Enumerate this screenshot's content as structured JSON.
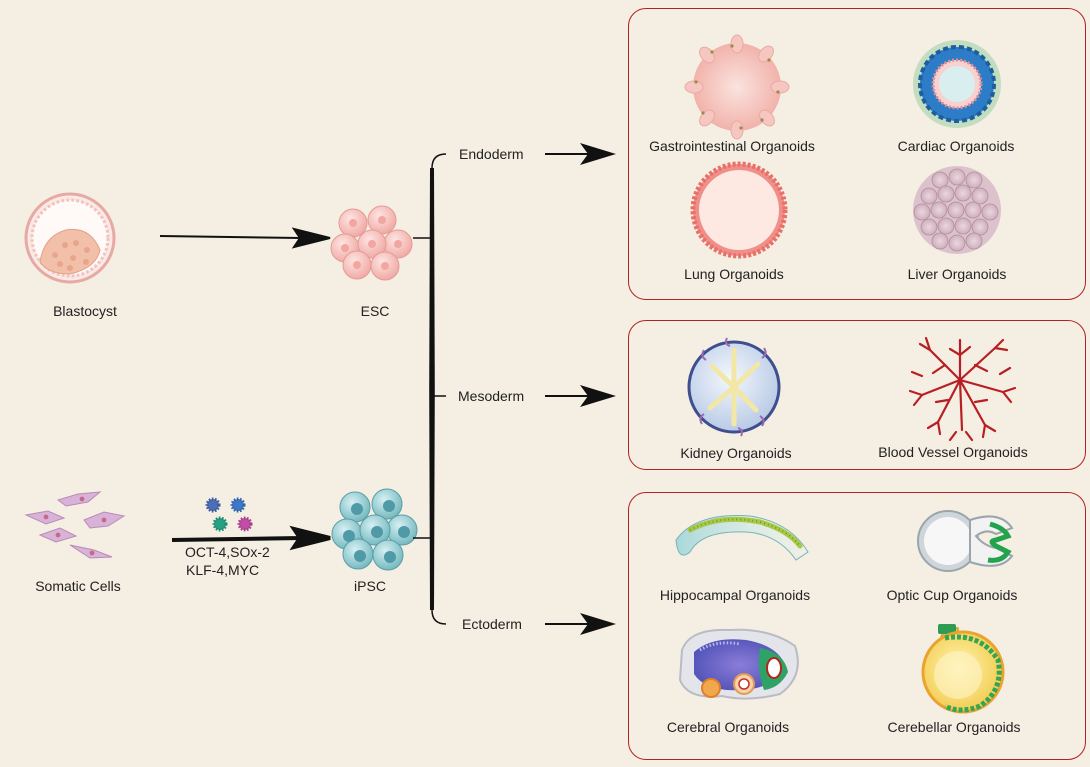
{
  "sources": {
    "blastocyst": "Blastocyst",
    "somatic": "Somatic Cells",
    "esc": "ESC",
    "ipsc": "iPSC"
  },
  "factors": {
    "line1": "OCT-4,SOx-2",
    "line2": "KLF-4,MYC"
  },
  "germ_layers": {
    "endoderm": "Endoderm",
    "mesoderm": "Mesoderm",
    "ectoderm": "Ectoderm"
  },
  "organoids": {
    "endoderm": [
      "Gastrointestinal Organoids",
      "Cardiac Organoids",
      "Lung Organoids",
      "Liver Organoids"
    ],
    "mesoderm": [
      "Kidney Organoids",
      "Blood Vessel Organoids"
    ],
    "ectoderm": [
      "Hippocampal Organoids",
      "Optic Cup Organoids",
      "Cerebral Organoids",
      "Cerebellar Organoids"
    ]
  },
  "colors": {
    "background": "#f5eee2",
    "box_border": "#b22222",
    "arrow": "#111111",
    "esc_cell": "#f4b9b6",
    "ipsc_cell": "#8ec9cf"
  }
}
